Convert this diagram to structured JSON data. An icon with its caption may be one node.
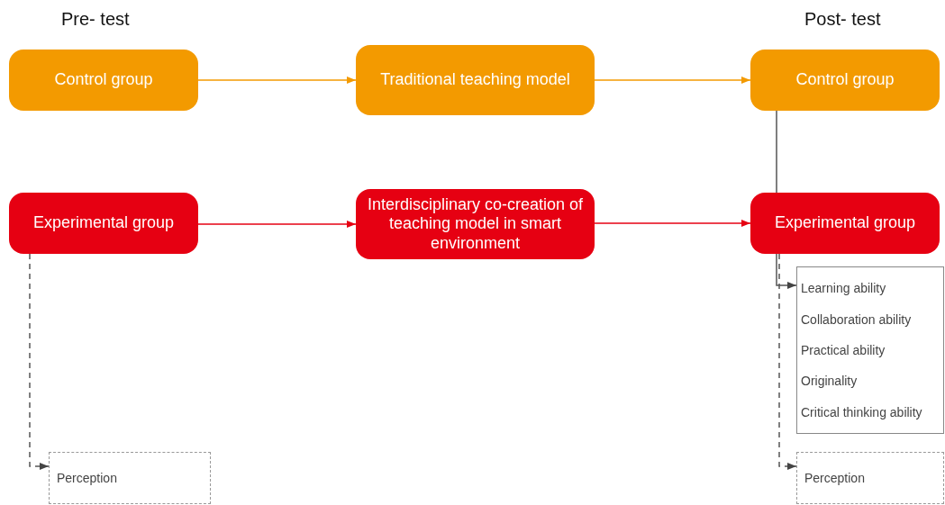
{
  "diagram": {
    "nodes": [
      {
        "text": [
          "Control group"
        ]
      },
      {
        "text": [
          "Traditional teaching model"
        ]
      },
      {
        "text": [
          "Control group"
        ]
      },
      {
        "text": [
          "Experimental group"
        ]
      },
      {
        "text": [
          "Interdisciplinary co-creation of teaching model in smart environment"
        ]
      },
      {
        "text": [
          "Experimental group"
        ]
      },
      {
        "text": [
          "Learning ability",
          "Collaboration ability",
          "Practical ability",
          "Originality",
          "Critical thinking ability"
        ]
      },
      {
        "text": [
          "Perception"
        ]
      },
      {
        "text": [
          "Perception"
        ]
      }
    ],
    "edges": [
      {
        "from": 0,
        "to": 1,
        "arrow": "to",
        "color": "#f39a00"
      },
      {
        "from": 1,
        "to": 2,
        "arrow": "to",
        "color": "#f39a00"
      },
      {
        "from": 3,
        "to": 4,
        "arrow": "to",
        "color": "#e60012"
      },
      {
        "from": 4,
        "to": 5,
        "arrow": "to",
        "color": "#e60012"
      },
      {
        "from": 2,
        "to": 5,
        "arrow": "none"
      },
      {
        "from": 5,
        "to": 6,
        "arrow": "to"
      },
      {
        "from": 5,
        "to": 8,
        "arrow": "to",
        "style": "dashed"
      },
      {
        "from": 3,
        "to": 7,
        "arrow": "to",
        "style": "dashed"
      }
    ],
    "labels": [
      "Pre- test",
      "Post- test"
    ]
  }
}
